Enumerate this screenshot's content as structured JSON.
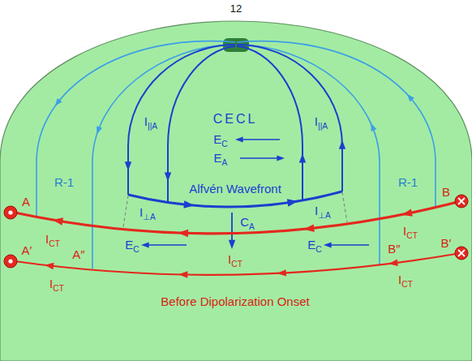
{
  "diagram": {
    "caption": "Before Dipolarization Onset",
    "labels": [
      "12",
      "CECL",
      "EC",
      "EA",
      "I||A",
      "I||A",
      "Alfvén Wavefront",
      "I⊥A",
      "CA",
      "I⊥A",
      "EC",
      "EC",
      "R-1",
      "R-1",
      "A",
      "B",
      "A′",
      "B′",
      "A″",
      "B″",
      "ICT",
      "ICT",
      "ICT",
      "ICT",
      "ICT"
    ]
  }
}
